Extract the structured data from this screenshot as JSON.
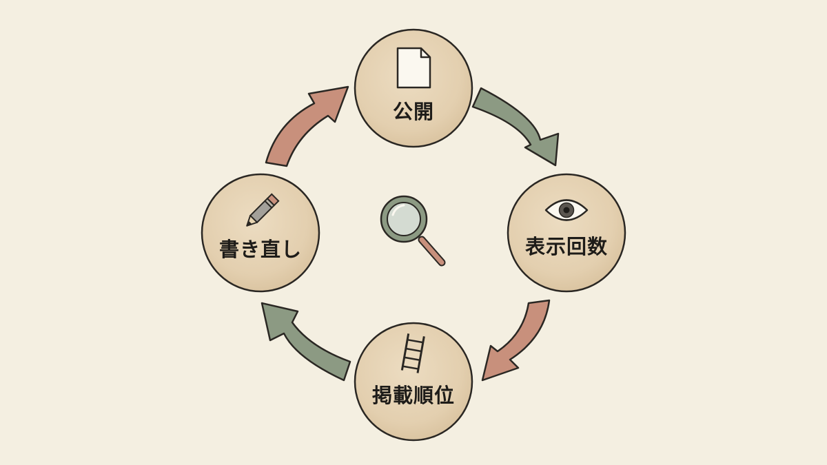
{
  "cycle": {
    "nodes": [
      {
        "id": "publish",
        "label": "公開",
        "icon": "document-icon"
      },
      {
        "id": "impressions",
        "label": "表示回数",
        "icon": "eye-icon"
      },
      {
        "id": "ranking",
        "label": "掲載順位",
        "icon": "ladder-icon"
      },
      {
        "id": "rewrite",
        "label": "書き直し",
        "icon": "pencil-icon"
      }
    ],
    "center_icon": "magnifier-icon",
    "arrows": [
      {
        "from": "publish",
        "to": "impressions",
        "color": "#8c9a83"
      },
      {
        "from": "impressions",
        "to": "ranking",
        "color": "#c8907c"
      },
      {
        "from": "ranking",
        "to": "rewrite",
        "color": "#8c9a83"
      },
      {
        "from": "rewrite",
        "to": "publish",
        "color": "#c8907c"
      }
    ]
  },
  "colors": {
    "background": "#f4efe1",
    "node_fill": "#e6d3b5",
    "outline": "#2a2723",
    "sage": "#8c9a83",
    "terracotta": "#c8907c"
  }
}
